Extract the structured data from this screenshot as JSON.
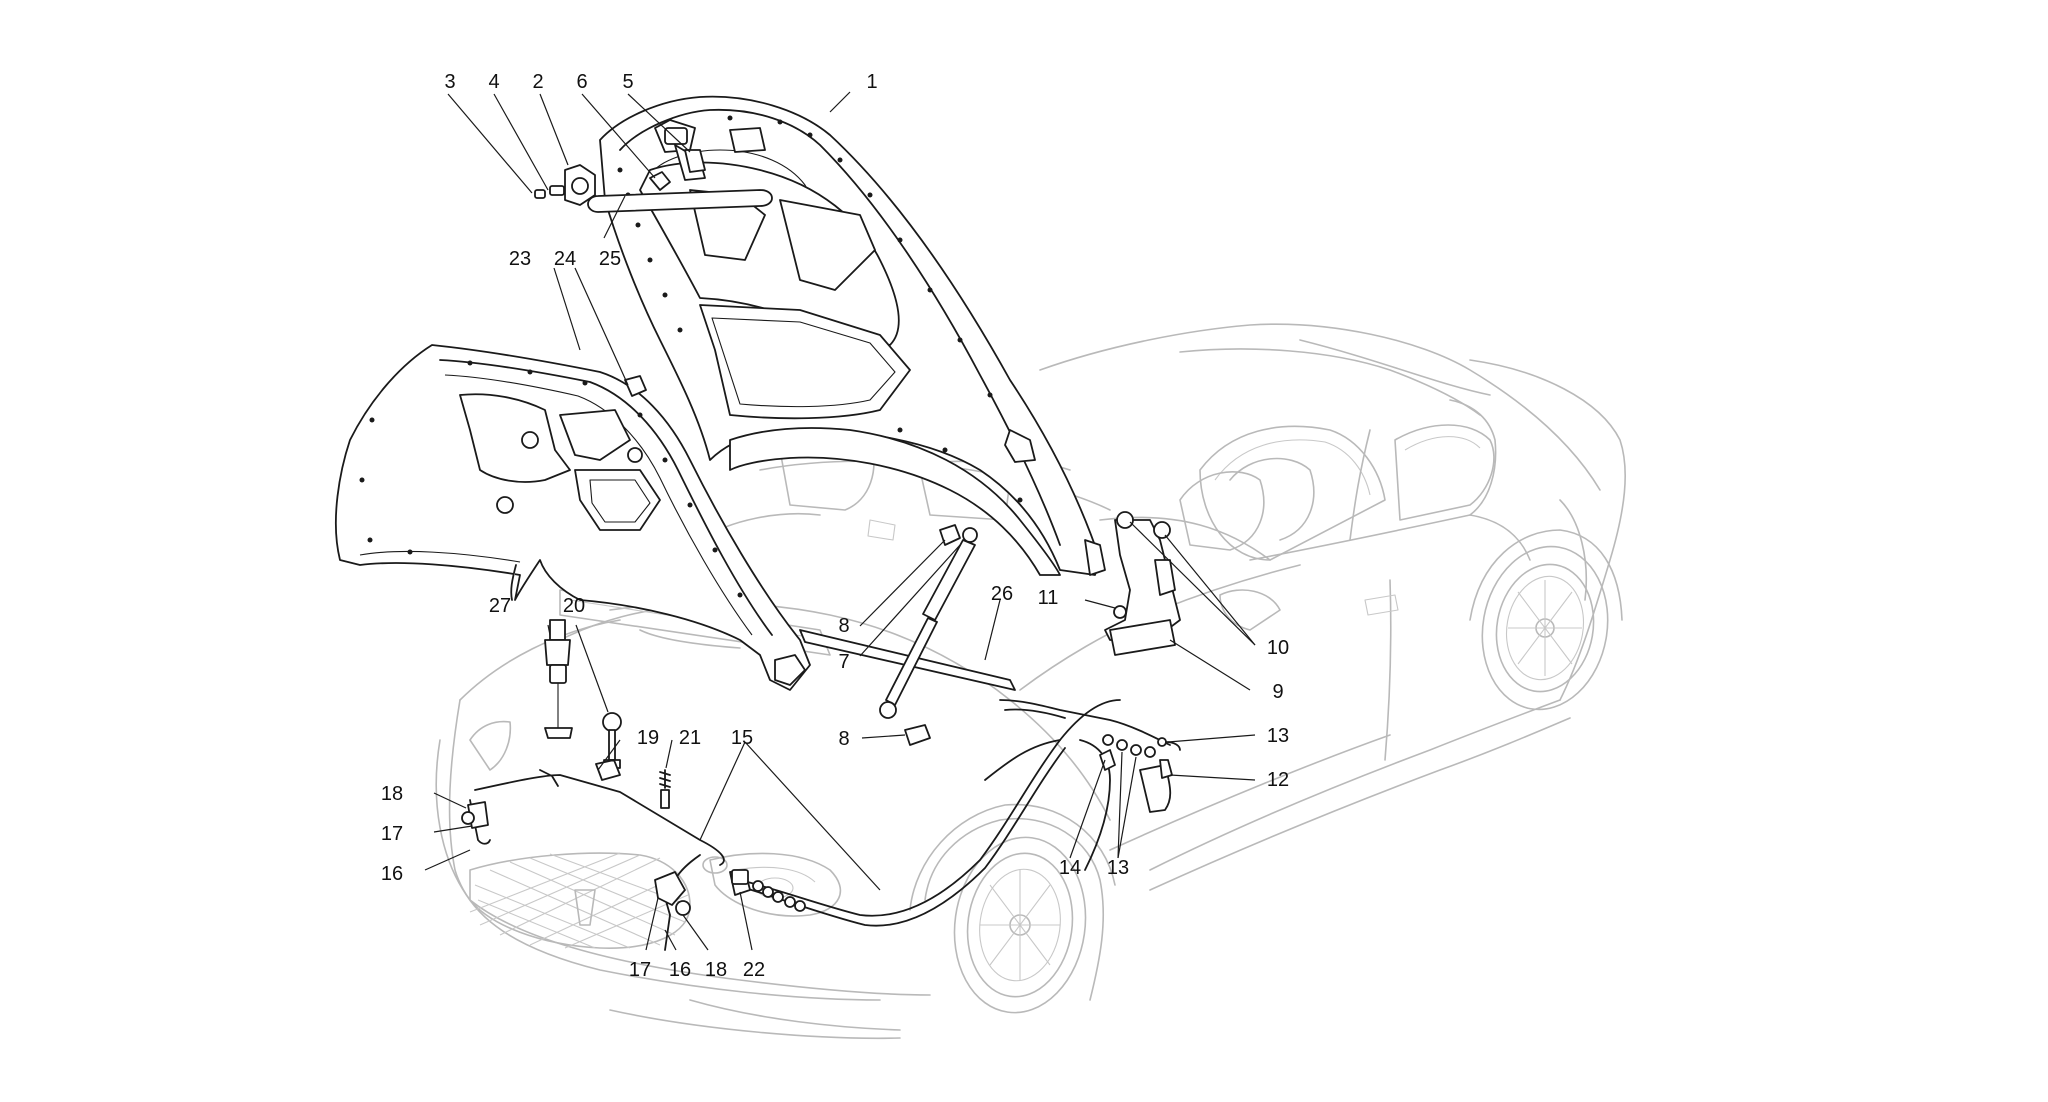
{
  "colors": {
    "background": "#ffffff",
    "line": "#1a1a1a",
    "ghost": "#b9b9b9"
  },
  "labels": {
    "p1": "1",
    "p2": "2",
    "p3": "3",
    "p4": "4",
    "p5": "5",
    "p6": "6",
    "p7": "7",
    "p8a": "8",
    "p8b": "8",
    "p9": "9",
    "p10": "10",
    "p11": "11",
    "p12": "12",
    "p13a": "13",
    "p13b": "13",
    "p14": "14",
    "p15": "15",
    "p16a": "16",
    "p16b": "16",
    "p17a": "17",
    "p17b": "17",
    "p18a": "18",
    "p18b": "18",
    "p19": "19",
    "p20": "20",
    "p21": "21",
    "p22": "22",
    "p23": "23",
    "p24": "24",
    "p25": "25",
    "p26": "26",
    "p27": "27"
  }
}
